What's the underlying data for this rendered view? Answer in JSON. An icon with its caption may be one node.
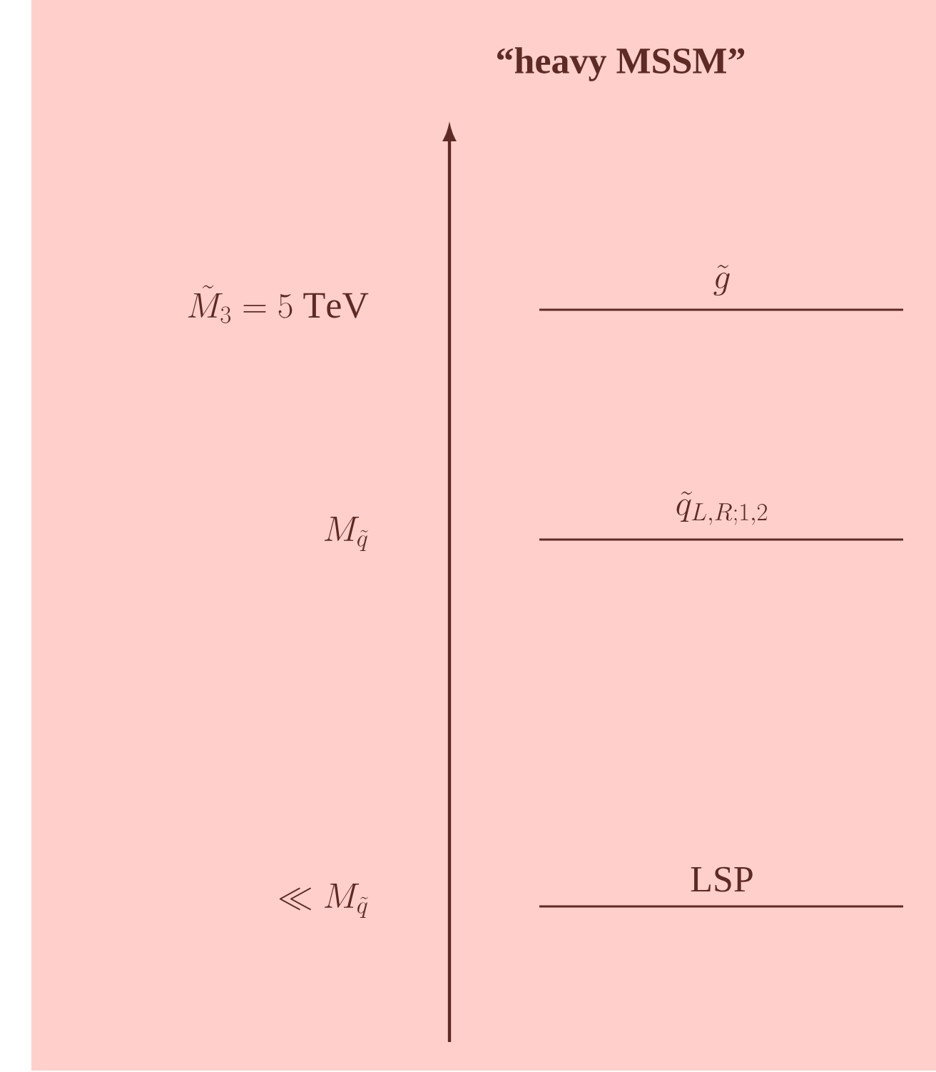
{
  "diagram": {
    "title": "“heavy MSSM”",
    "nodes": [
      {
        "text": [
          "\\tilde{g}"
        ]
      },
      {
        "text": [
          "\\tilde{q}_{L,R;1,2}"
        ]
      },
      {
        "text": [
          "\\mathrm{LSP}"
        ]
      }
    ],
    "labels": [
      "\\tilde{M}_3 = 5~\\mathrm{TeV}",
      "M_{\\tilde{q}}",
      "\\ll M_{\\tilde{q}}"
    ]
  }
}
